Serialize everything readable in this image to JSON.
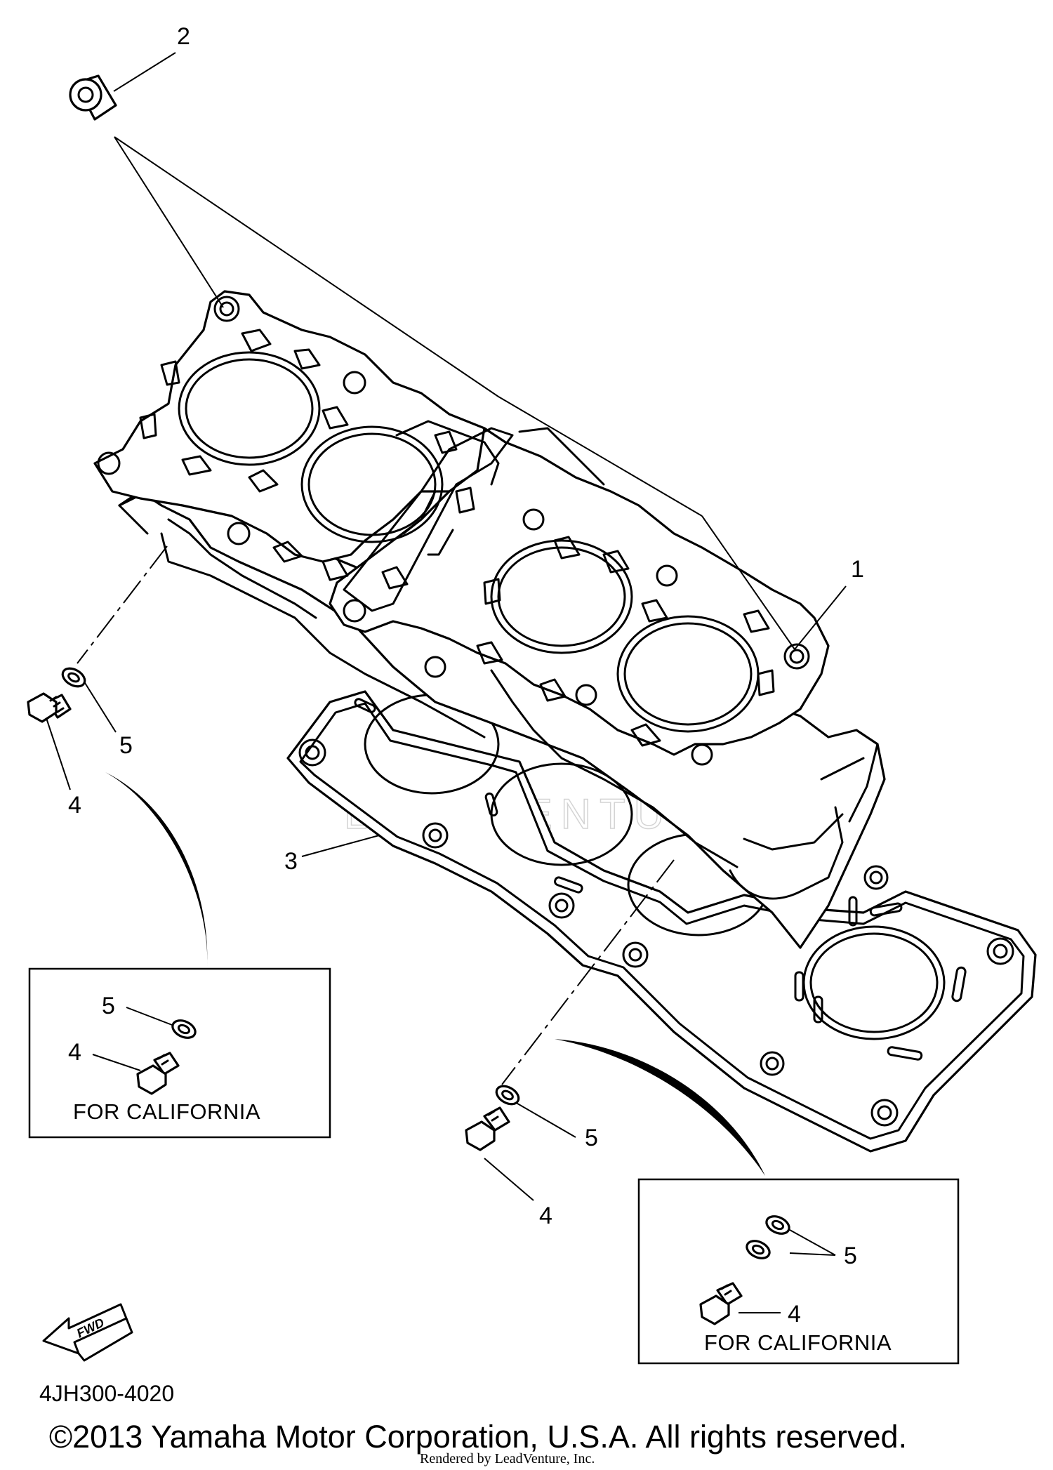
{
  "callouts": {
    "c1": "1",
    "c2": "2",
    "c3": "3",
    "c4a": "4",
    "c5a": "5",
    "c4b": "4",
    "c5b": "5"
  },
  "left_box": {
    "label": "FOR CALIFORNIA",
    "c4": "4",
    "c5": "5"
  },
  "right_box": {
    "label": "FOR CALIFORNIA",
    "c4": "4",
    "c5": "5"
  },
  "fwd_arrow": {
    "text": "FWD",
    "icon": "fwd-arrow-icon"
  },
  "diagram_code": "4JH300-4020",
  "copyright": "©2013 Yamaha Motor Corporation, U.S.A. All rights reserved.",
  "rendered_by": "Rendered by LeadVenture, Inc.",
  "watermark": "LEADVENTURE"
}
